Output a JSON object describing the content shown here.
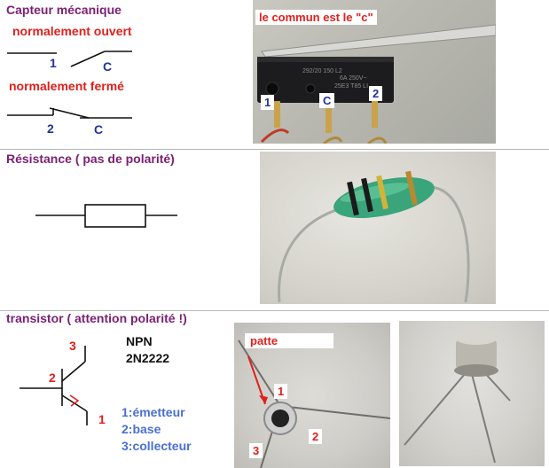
{
  "capteur": {
    "title": "Capteur mécanique",
    "normal_open": "normalement ouvert",
    "normal_closed": "normalement fermé",
    "no_terminal_1": "1",
    "no_terminal_c": "C",
    "nc_terminal_2": "2",
    "nc_terminal_c": "C",
    "photo_caption": "le commun est le \"c\"",
    "photo_label_1": "1",
    "photo_label_c": "C",
    "photo_label_2": "2",
    "body_print": "292/20 150 L2\n6A 250V~\n25E3 T85 LI"
  },
  "resistance": {
    "title": "Résistance ( pas de polarité)"
  },
  "transistor": {
    "title": "transistor ( attention polarité !)",
    "pin_3": "3",
    "pin_2": "2",
    "pin_1": "1",
    "type": "NPN",
    "model": "2N2222",
    "legend": [
      "1:émetteur",
      "2:base",
      "3:collecteur"
    ],
    "patte_label": "patte",
    "photo_pin_1": "1",
    "photo_pin_2": "2",
    "photo_pin_3": "3"
  },
  "colors": {
    "title": "#7b1f73",
    "red_text": "#e0201c",
    "navy_text": "#21339a",
    "legend_blue": "#4a6fd4",
    "resistor_body": "#3aa57a",
    "divider": "#b8b8b8"
  }
}
